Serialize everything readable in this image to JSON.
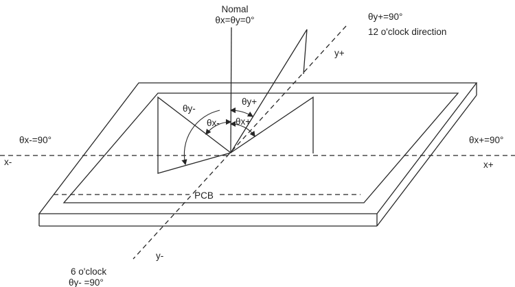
{
  "diagram": {
    "normal": {
      "title": "Nomal",
      "angle": "θx=θy=0°"
    },
    "y_plus": {
      "angle": "θy+=90°",
      "direction": "12 o'clock direction",
      "axis": "y+"
    },
    "y_minus": {
      "angle": "θy- =90°",
      "direction": "6 o'clock",
      "axis": "y-"
    },
    "x_plus": {
      "angle": "θx+=90°",
      "axis": "x+"
    },
    "x_minus": {
      "angle": "θx-=90°",
      "axis": "x-"
    },
    "arcs": {
      "theta_y_minus": "θy-",
      "theta_x_minus": "θx-",
      "theta_y_plus": "θy+",
      "theta_x_plus": "θx+"
    },
    "board": {
      "label": "PCB"
    },
    "colors": {
      "line": "#262626",
      "background": "#ffffff"
    }
  }
}
